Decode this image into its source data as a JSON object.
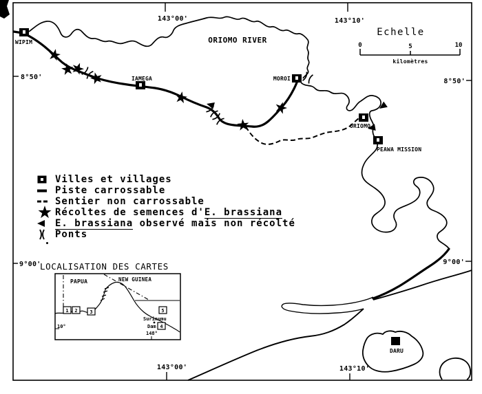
{
  "scale": {
    "title": "Echelle",
    "tick0": "0",
    "tick5": "5",
    "tick10": "10",
    "unit": "kilomètres"
  },
  "coordinates": {
    "lon_w": "143°00'",
    "lon_e": "143°10'",
    "lat_n": "8°50'",
    "lat_s": "9°00'"
  },
  "river_label": "ORIOMO RIVER",
  "places": {
    "wipim": "WIPIM",
    "iamega": "IAMEGA",
    "moroi": "MOROI",
    "oriomo": "ORIOMO",
    "peawa": "PEAWA MISSION",
    "daru": "DARU"
  },
  "legend": {
    "villages": "Villes et villages",
    "piste": "Piste carrossable",
    "sentier": "Sentier non carrossable",
    "recoltes_prefix": "Récoltes de semences d'",
    "species": "E. brassiana",
    "observe_suffix": " observé mais non récolté",
    "ponts": "Ponts"
  },
  "inset": {
    "title": "LOCALISATION DES CARTES",
    "papua": "PAPUA",
    "new_guinea": "NEW GUINEA",
    "surinumu": "Surinumu",
    "dam": "Dam",
    "lat": "10°",
    "lon": "148°",
    "n1": "1",
    "n2": "2",
    "n3": "3",
    "n4": "4",
    "n5": "5"
  },
  "colors": {
    "ink": "#000000",
    "paper": "#ffffff"
  }
}
